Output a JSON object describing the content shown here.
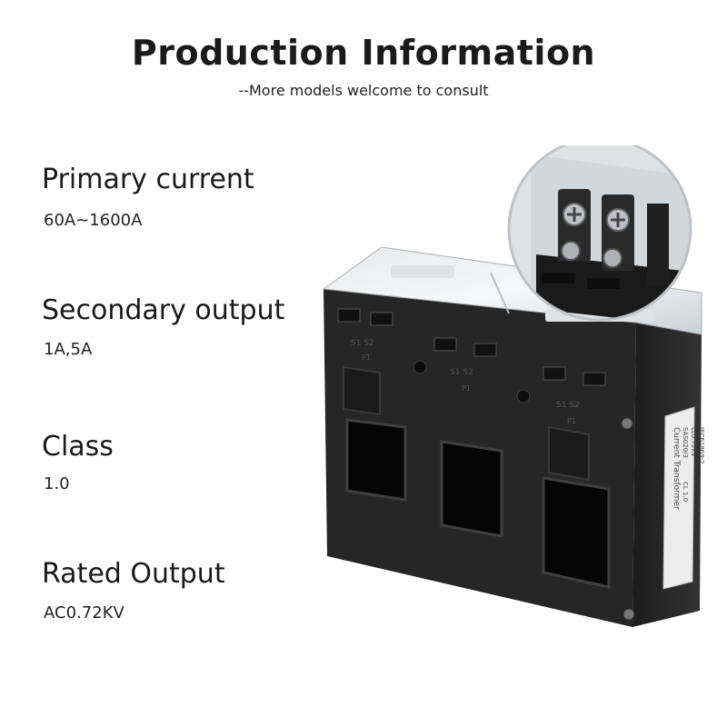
{
  "header": {
    "title": "Production Information",
    "subtitle": "--More models welcome to consult"
  },
  "specs": [
    {
      "label": "Primary current",
      "value": "60A~1600A"
    },
    {
      "label": "Secondary output",
      "value": "1A,5A"
    },
    {
      "label": "Class",
      "value": "1.0"
    },
    {
      "label": "Rated Output",
      "value": "AC0.72KV"
    }
  ],
  "product_image": {
    "name": "three-phase current transformer",
    "side_label": [
      "Current Transformer",
      "SAS020/3",
      "CL 1.0",
      "IEC61869-2",
      "LL0.72KV"
    ],
    "terminal_labels": [
      "S1 S2",
      "S1 S2",
      "S1 S2"
    ],
    "phase_labels": [
      "P1",
      "P1",
      "P1"
    ]
  },
  "colors": {
    "background": "#ffffff",
    "text": "#1a1a1a",
    "body": "#2a2a2a"
  }
}
